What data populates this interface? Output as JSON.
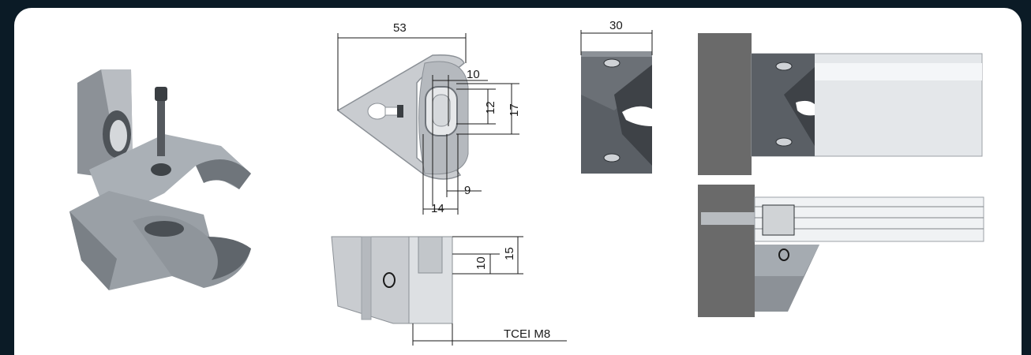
{
  "dimensions": {
    "overall_width": "53",
    "slot_offset": "10",
    "slot_height": "12",
    "slot_outer": "17",
    "slot_gap": "9",
    "slot_width": "14",
    "profile_width": "30",
    "side_depth": "10",
    "side_height": "15",
    "screw_label": "TCEI M8"
  },
  "colors": {
    "background": "#0b1b26",
    "panel": "#ffffff",
    "metal_light": "#c9ccd0",
    "metal_mid": "#9ca1a7",
    "metal_dark": "#5b6066",
    "wall": "#6a6a6a"
  }
}
